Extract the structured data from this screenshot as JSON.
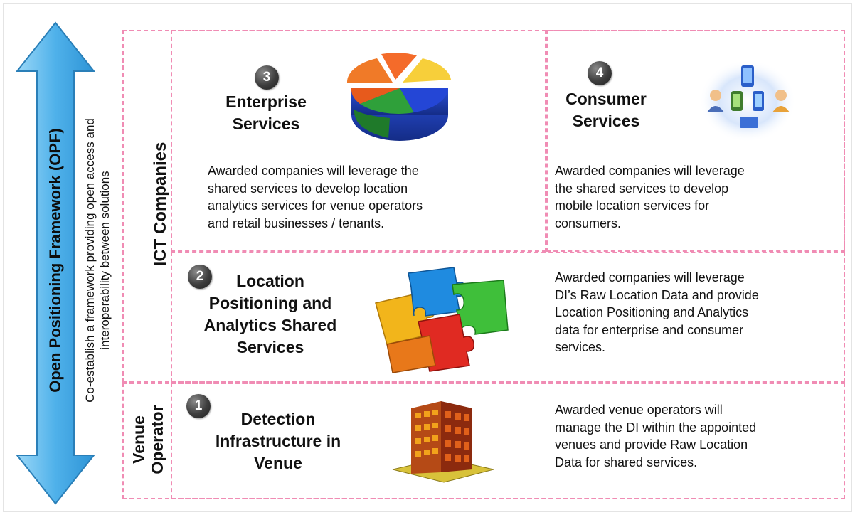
{
  "framework": {
    "title": "Open Positioning Framework (OPF)",
    "subtitle_line1": "Co-establish a framework providing open access and",
    "subtitle_line2": "interoperability between solutions"
  },
  "groups": {
    "ict": "ICT Companies",
    "venue_line1": "Venue",
    "venue_line2": "Operator"
  },
  "services": [
    {
      "number": "1",
      "title_lines": [
        "Detection",
        "Infrastructure in",
        "Venue"
      ],
      "icon": "building-icon",
      "description_lines": [
        "Awarded venue operators will",
        "manage the DI within the appointed",
        "venues and provide Raw Location",
        "Data for shared services."
      ]
    },
    {
      "number": "2",
      "title_lines": [
        "Location",
        "Positioning and",
        "Analytics Shared",
        "Services"
      ],
      "icon": "puzzle-icon",
      "description_lines": [
        "Awarded companies will leverage",
        "DI’s Raw Location Data and provide",
        "Location Positioning and Analytics",
        "data for enterprise and consumer",
        "services."
      ]
    },
    {
      "number": "3",
      "title_lines": [
        "Enterprise",
        "Services"
      ],
      "icon": "pie-chart-icon",
      "description_lines": [
        "Awarded companies will leverage the",
        "shared services to develop location",
        "analytics services for venue operators",
        "and retail businesses / tenants."
      ]
    },
    {
      "number": "4",
      "title_lines": [
        "Consumer",
        "Services"
      ],
      "icon": "mobile-users-icon",
      "description_lines": [
        "Awarded companies will leverage",
        "the shared services to develop",
        "mobile location services for",
        "consumers."
      ]
    }
  ],
  "colors": {
    "arrow": "#5bb9ee",
    "dash_border": "#f08cb4",
    "badge": "#3d3d3d"
  }
}
